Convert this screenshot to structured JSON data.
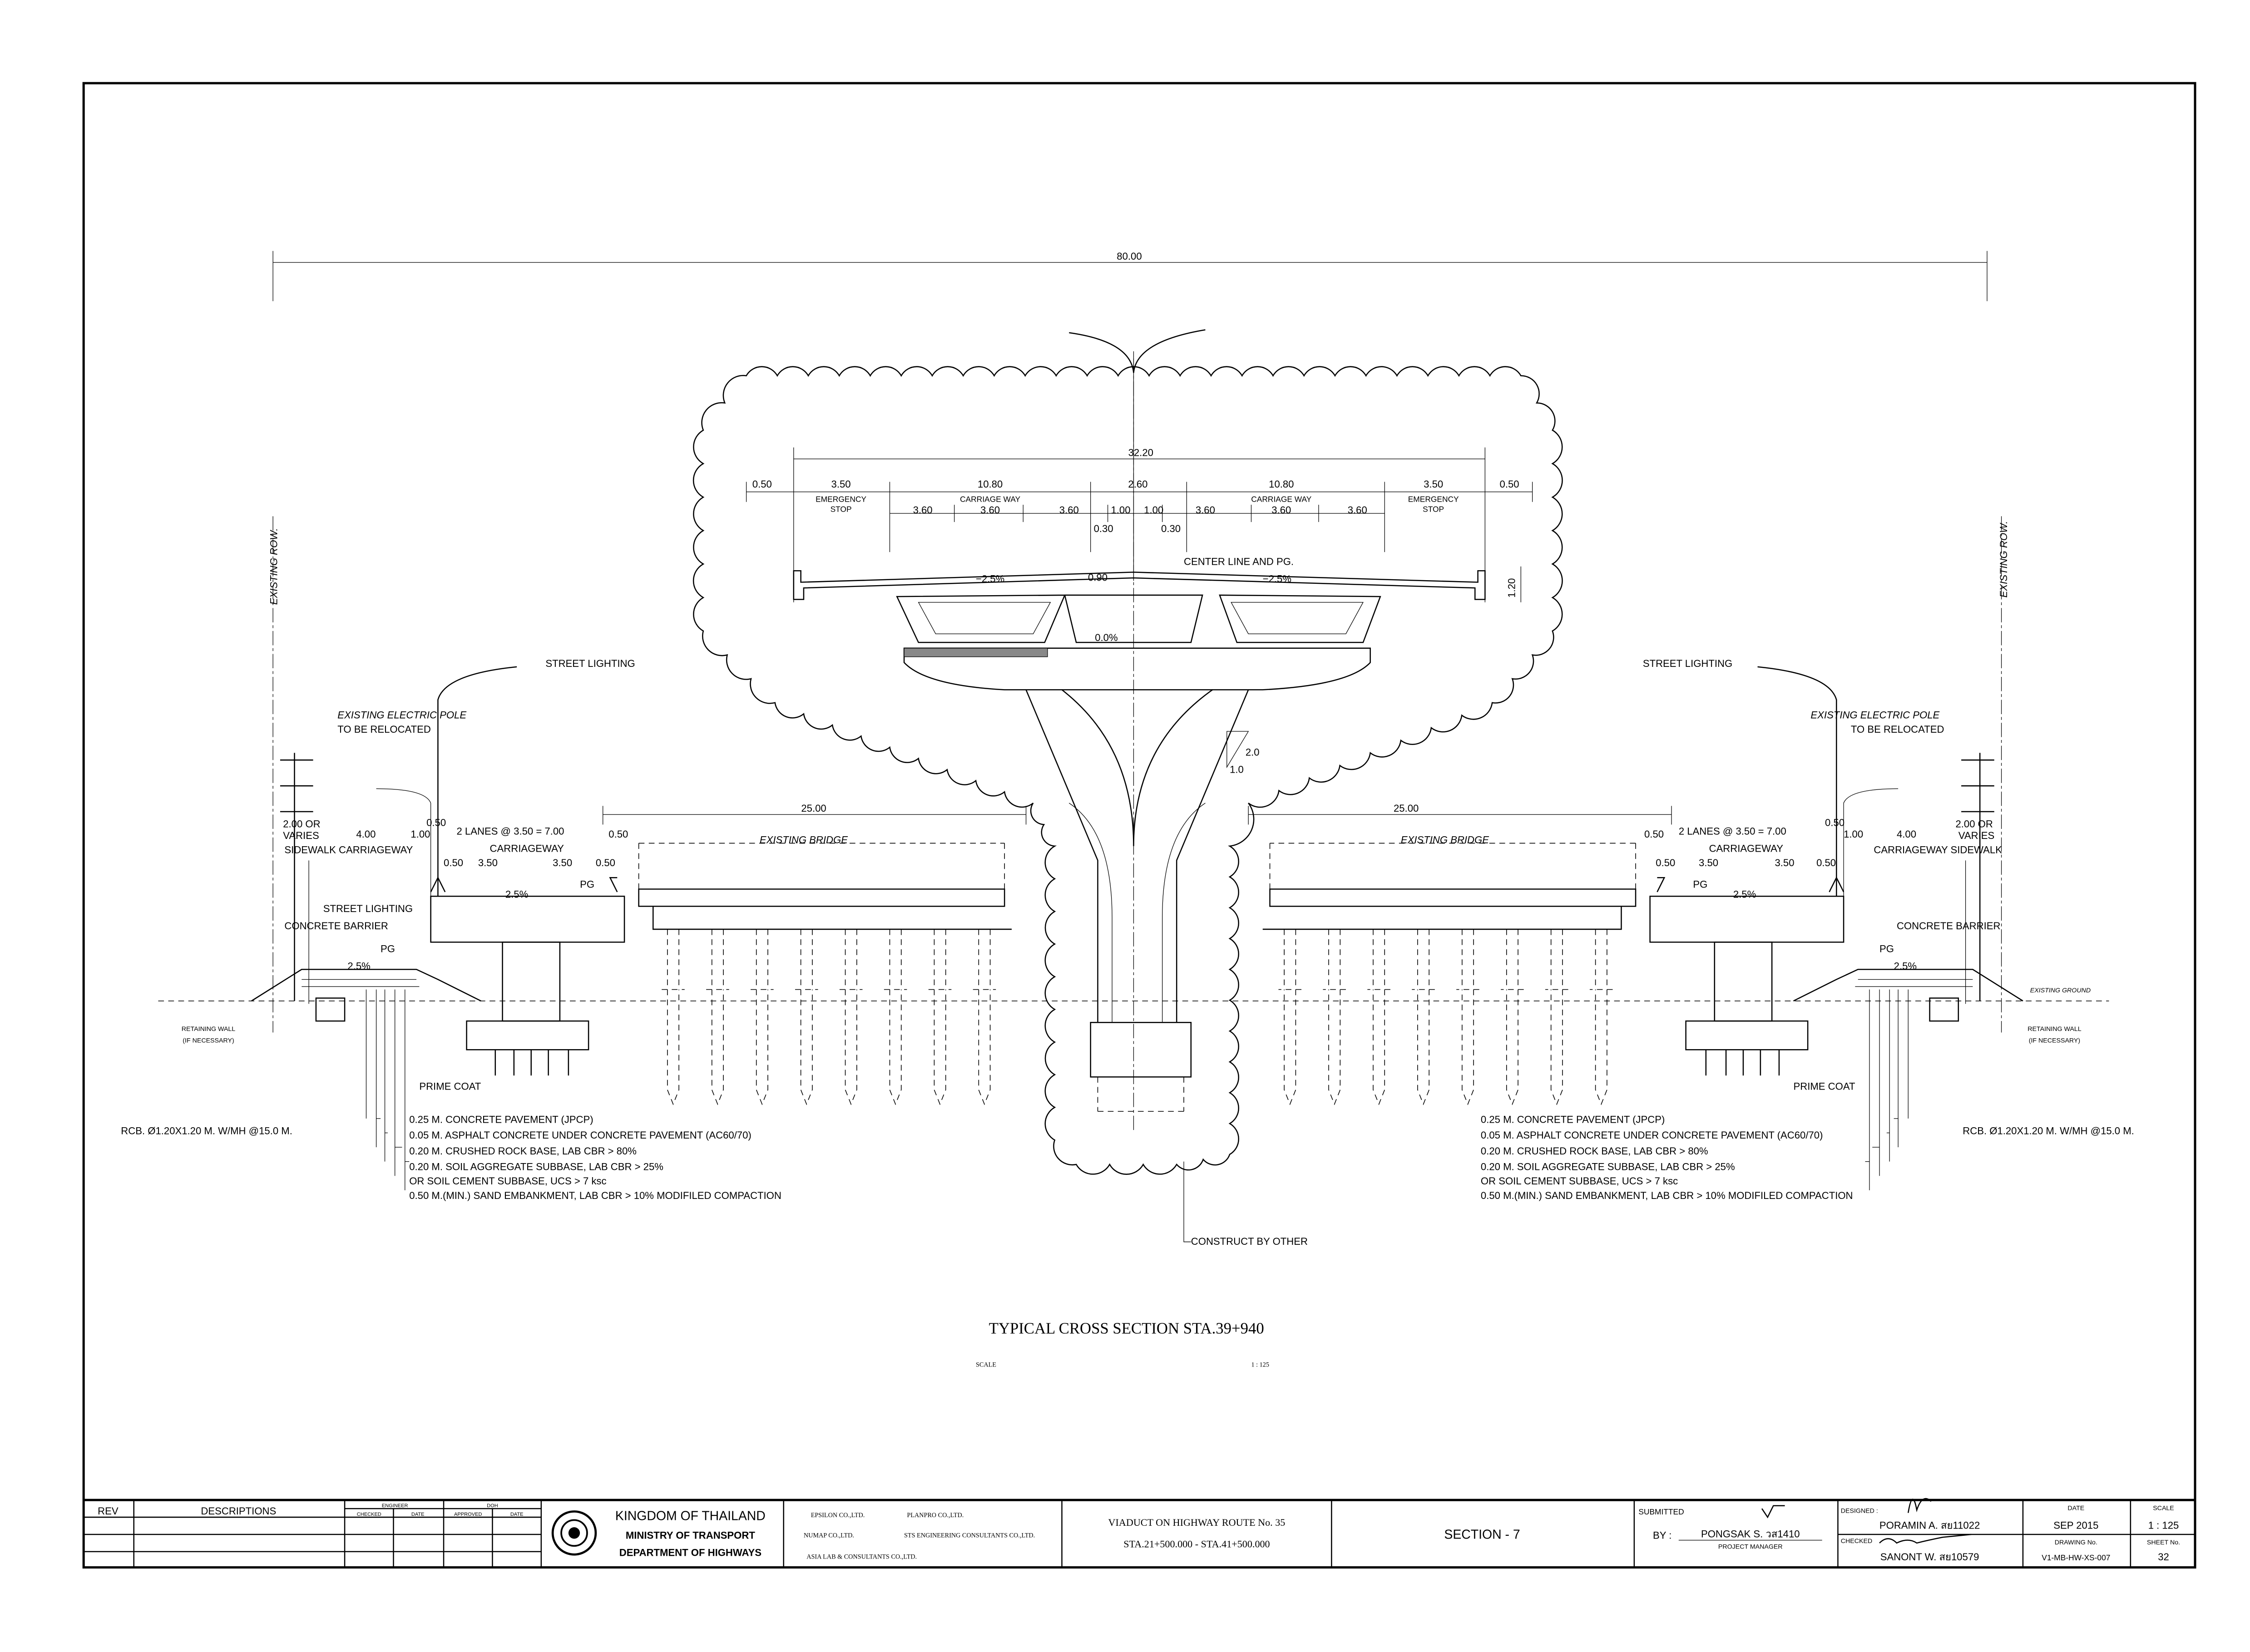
{
  "drawing": {
    "overall_dim": "80.00",
    "deck_width": "32.20",
    "top_dims": [
      "0.50",
      "3.50",
      "10.80",
      "2.60",
      "10.80",
      "3.50",
      "0.50"
    ],
    "emergency": "EMERGENCY",
    "stop": "STOP",
    "carriage_way": "CARRIAGE WAY",
    "lane": "3.60",
    "one": "1.00",
    "zero30": "0.30",
    "zero90": "0.90",
    "slope_neg": "−2.5%",
    "center_line": "CENTER LINE AND PG.",
    "depth": "1.20",
    "zero_slope": "0.0%",
    "slope_ratio_v": "2.0",
    "slope_ratio_h": "1.0",
    "construct_by_other": "CONSTRUCT BY OTHER",
    "existing_row": "EXISTING ROW.",
    "street_lighting": "STREET LIGHTING",
    "existing_pole": "EXISTING ELECTRIC POLE",
    "to_be_relocated": "TO BE RELOCATED",
    "bridge_span": "25.00",
    "existing_bridge": "EXISTING BRIDGE",
    "two_or": "2.00 OR",
    "varies": "VARIES",
    "four": "4.00",
    "one_00": "1.00",
    "half": "0.50",
    "lanes": "2 LANES @ 3.50 = 7.00",
    "sidewalk_carriageway": "SIDEWALK CARRIAGEWAY",
    "carriageway_sidewalk": "CARRIAGEWAY SIDEWALK",
    "carriageway": "CARRIAGEWAY",
    "three_half": "3.50",
    "pg": "PG",
    "slope": "2.5%",
    "concrete_barrier": "CONCRETE BARRIER",
    "retaining_wall": "RETAINING WALL",
    "if_necessary": "(IF NECESSARY)",
    "existing_ground": "EXISTING GROUND",
    "prime_coat": "PRIME COAT",
    "rcb": "RCB. Ø1.20X1.20 M. W/MH @15.0 M.",
    "layers": [
      "0.25 M. CONCRETE PAVEMENT (JPCP)",
      "0.05 M. ASPHALT CONCRETE UNDER CONCRETE PAVEMENT (AC60/70)",
      "0.20 M. CRUSHED ROCK BASE, LAB CBR > 80%",
      "0.20 M. SOIL AGGREGATE SUBBASE, LAB CBR > 25%",
      "OR SOIL CEMENT SUBBASE, UCS > 7 ksc",
      "0.50 M.(MIN.) SAND EMBANKMENT, LAB CBR > 10% MODIFILED COMPACTION"
    ],
    "title": "TYPICAL CROSS SECTION STA.39+940",
    "scale_label": "SCALE",
    "scale_value": "1 : 125"
  },
  "title_block": {
    "rev": "REV",
    "descriptions": "DESCRIPTIONS",
    "engineer": "ENGINEER",
    "doh": "DOH",
    "checked": "CHECKED",
    "date": "DATE",
    "approved": "APPROVED",
    "org1": "KINGDOM OF THAILAND",
    "org2": "MINISTRY OF TRANSPORT",
    "org3": "DEPARTMENT OF HIGHWAYS",
    "consultants": [
      "EPSILON CO.,LTD.",
      "PLANPRO CO.,LTD.",
      "NUMAP CO.,LTD.",
      "STS ENGINEERING CONSULTANTS CO.,LTD.",
      "ASIA LAB & CONSULTANTS CO.,LTD."
    ],
    "project1": "VIADUCT ON HIGHWAY ROUTE No. 35",
    "project2": "STA.21+500.000 - STA.41+500.000",
    "section": "SECTION  -  7",
    "submitted": "SUBMITTED",
    "by": "BY :",
    "pm_name": "PONGSAK S. วส1410",
    "pm_title": "PROJECT MANAGER",
    "designed": "DESIGNED  :",
    "designer": "PORAMIN A. สย11022",
    "checked_label": "CHECKED",
    "checker": "SANONT W. สย10579",
    "date_label": "DATE",
    "date_value": "SEP 2015",
    "scale_label": "SCALE",
    "scale_value": "1 : 125",
    "drawing_no_label": "DRAWING No.",
    "drawing_no": "V1-MB-HW-XS-007",
    "sheet_no_label": "SHEET No.",
    "sheet_no": "32"
  }
}
